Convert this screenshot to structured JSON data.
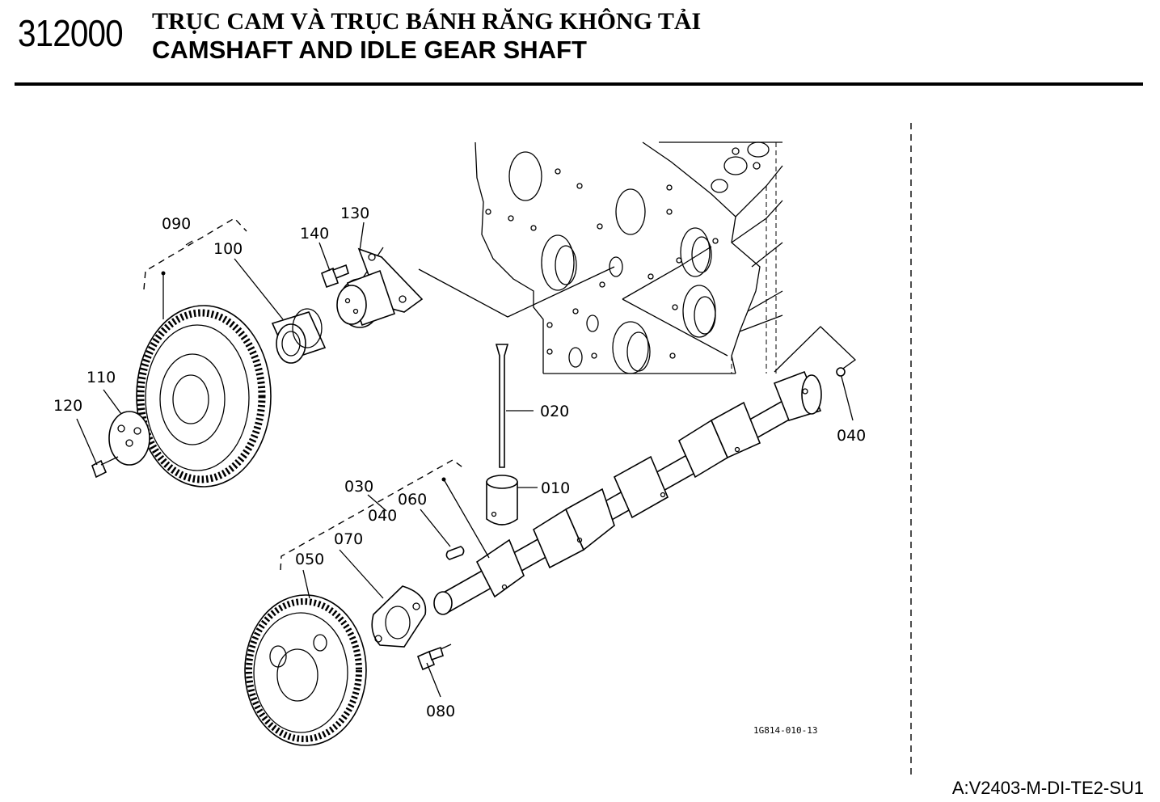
{
  "header": {
    "page_code": "312000",
    "title_vi": "TRỤC CAM VÀ TRỤC BÁNH RĂNG KHÔNG TẢI",
    "title_en": "CAMSHAFT AND IDLE GEAR SHAFT"
  },
  "diagram": {
    "figure_code": "1G814-010-13",
    "callouts": {
      "c010": "010",
      "c020": "020",
      "c030": "030",
      "c040a": "040",
      "c040b": "040",
      "c050": "050",
      "c060": "060",
      "c070": "070",
      "c080": "080",
      "c090": "090",
      "c100": "100",
      "c110": "110",
      "c120": "120",
      "c130": "130",
      "c140": "140"
    }
  },
  "footer": {
    "doc_code": "A:V2403-M-DI-TE2-SU1"
  }
}
